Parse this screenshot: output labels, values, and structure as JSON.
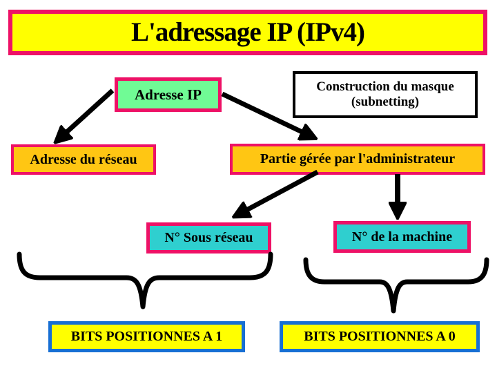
{
  "slide": {
    "title": "L'adressage IP (IPv4)"
  },
  "boxes": {
    "adresse_ip": "Adresse IP",
    "construction_masque_line1": "Construction du masque",
    "construction_masque_line2": "(subnetting)",
    "adresse_reseau": "Adresse du réseau",
    "partie_admin": "Partie gérée par l'administrateur",
    "sous_reseau": "N° Sous réseau",
    "machine": "N° de la machine",
    "bits_1": "BITS POSITIONNES A 1",
    "bits_0": "BITS POSITIONNES A 0"
  },
  "colors": {
    "magenta": "#EE1166",
    "yellow": "#FFFF00",
    "golden": "#FFC613",
    "green": "#70FB95",
    "turquoise": "#2FCFCF",
    "blue": "#176FD4",
    "arrow": "#000000"
  }
}
